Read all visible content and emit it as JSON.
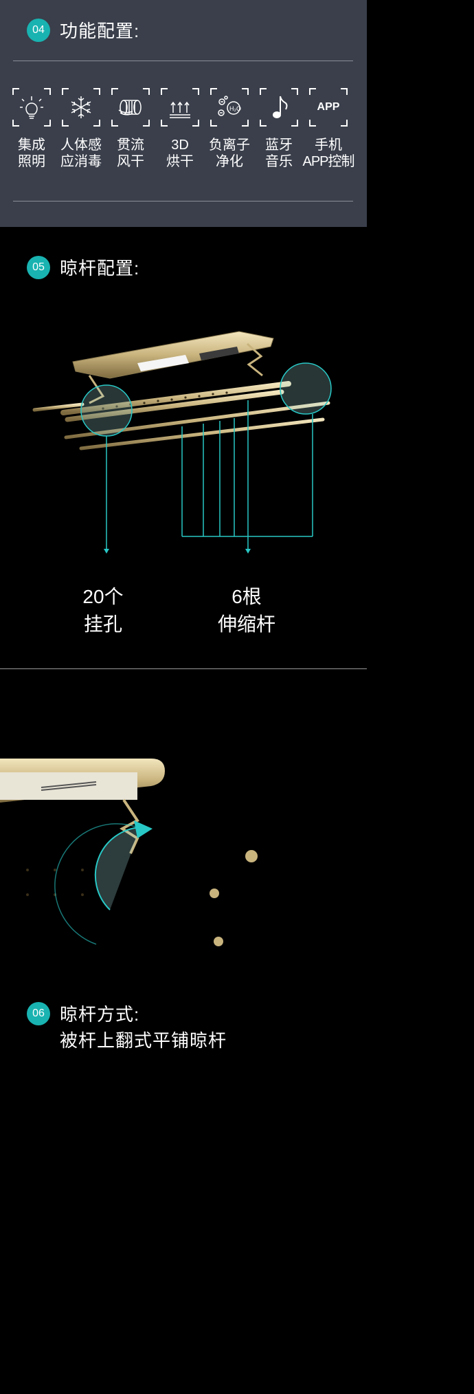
{
  "section04": {
    "number": "04",
    "title": "功能配置:",
    "features": [
      {
        "icon": "lightbulb-icon",
        "line1": "集成",
        "line2": "照明"
      },
      {
        "icon": "snowflake-icon",
        "line1": "人体感",
        "line2": "应消毒"
      },
      {
        "icon": "fan-drum-icon",
        "line1": "贯流",
        "line2": "风干"
      },
      {
        "icon": "heat-waves-icon",
        "line1": "3D",
        "line2": "烘干"
      },
      {
        "icon": "anion-molecule-icon",
        "line1": "负离子",
        "line2": "净化"
      },
      {
        "icon": "music-note-icon",
        "line1": "蓝牙",
        "line2": "音乐"
      },
      {
        "icon": "app-icon",
        "icon_text": "APP",
        "line1": "手机",
        "line2": "APP控制"
      }
    ]
  },
  "section05": {
    "number": "05",
    "title": "晾杆配置:",
    "callout_left": {
      "line1": "20个",
      "line2": "挂孔"
    },
    "callout_right": {
      "line1": "6根",
      "line2": "伸缩杆"
    }
  },
  "section06": {
    "number": "06",
    "title": "晾杆方式:",
    "subtitle": "被杆上翻式平铺晾杆"
  },
  "colors": {
    "accent": "#19b3b1",
    "panel": "#3a3f4b",
    "gold": "#c9b47e"
  }
}
